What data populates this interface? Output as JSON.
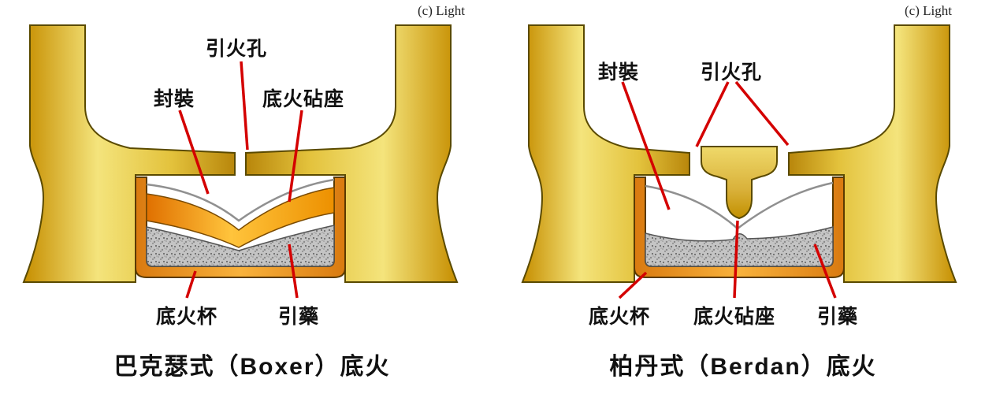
{
  "page": {
    "type": "primer-cross-section-comparison-diagram",
    "background": "#ffffff"
  },
  "colors": {
    "brass_dark": "#B8860B",
    "brass_light": "#F4E47C",
    "cup_orange": "#E08214",
    "anvil_orange": "#FFC43C",
    "compound_gray": "#C4C4C4",
    "pointer_red": "#D40000",
    "outline": "#5a4a00",
    "text": "#111111"
  },
  "left_diagram": {
    "copyright": "(c) Light",
    "caption": "巴克瑟式（Boxer）底火",
    "labels": {
      "flash_hole": "引火孔",
      "seal": "封裝",
      "anvil": "底火砧座",
      "primer_cup": "底火杯",
      "priming_compound": "引藥"
    }
  },
  "right_diagram": {
    "copyright": "(c) Light",
    "caption": "柏丹式（Berdan）底火",
    "labels": {
      "seal": "封裝",
      "flash_hole": "引火孔",
      "primer_cup": "底火杯",
      "anvil": "底火砧座",
      "priming_compound": "引藥"
    }
  }
}
